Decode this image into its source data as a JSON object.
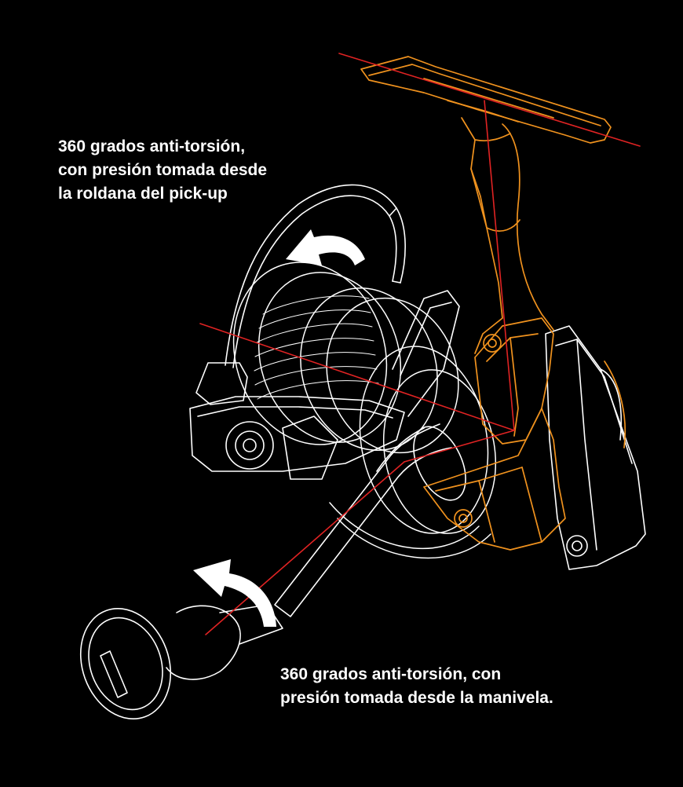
{
  "captions": {
    "pickup": {
      "lines": [
        "360 grados anti-torsión,",
        "con presión tomada desde",
        "la roldana del pick-up"
      ]
    },
    "handle": {
      "lines": [
        "360 grados anti-torsión, con",
        "presión tomada desde la manivela."
      ]
    }
  },
  "colors": {
    "background": "#000000",
    "outline": "#ffffff",
    "highlight": "#f0921e",
    "force_line": "#e02323",
    "caption_text": "#ffffff"
  },
  "icons": {
    "rotation_arrow_top": "rotate-ccw-arrow-icon",
    "rotation_arrow_bottom": "rotate-ccw-arrow-icon"
  }
}
